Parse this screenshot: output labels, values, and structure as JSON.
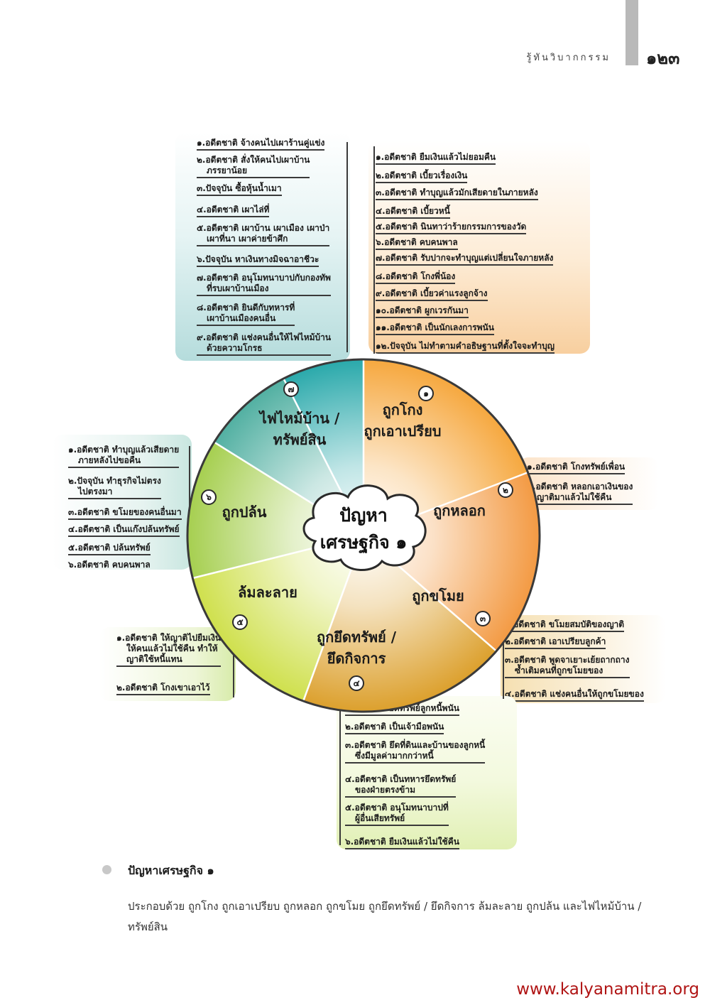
{
  "header": {
    "title": "รู้ทันวิบากกรรม",
    "page_number": "๑๒๓"
  },
  "center": {
    "line1": "ปัญหา",
    "line2": "เศรษฐกิจ ๑"
  },
  "segments": [
    {
      "num": "๑",
      "label1": "ถูกโกง",
      "label2": "ถูกเอาเปรียบ",
      "color": "#f6a83f"
    },
    {
      "num": "๒",
      "label1": "ถูกหลอก",
      "label2": "",
      "color": "#f39a43"
    },
    {
      "num": "๓",
      "label1": "ถูกขโมย",
      "label2": "",
      "color": "#dca02d"
    },
    {
      "num": "๔",
      "label1": "ถูกยึดทรัพย์ /",
      "label2": "ยึดกิจการ",
      "color": "#cfe04d"
    },
    {
      "num": "๕",
      "label1": "ล้มละลาย",
      "label2": "",
      "color": "#a6cf50"
    },
    {
      "num": "๖",
      "label1": "ถูกปล้น",
      "label2": "",
      "color": "#52b0a2"
    },
    {
      "num": "๗",
      "label1": "ไฟไหม้บ้าน /",
      "label2": "ทรัพย์สิน",
      "color": "#2aa9ab"
    }
  ],
  "lists": {
    "s1": [
      "๑.อดีตชาติ ยืมเงินแล้วไม่ยอมคืน",
      "๒.อดีตชาติ เบี้ยวเรื่องเงิน",
      "๓.อดีตชาติ ทำบุญแล้วมักเสียดายในภายหลัง",
      "๔.อดีตชาติ เบี้ยวหนี้",
      "๕.อดีตชาติ นินทาว่าร้ายกรรมการของวัด",
      "๖.อดีตชาติ คบคนพาล",
      "๗.อดีตชาติ รับปากจะทำบุญแต่เปลี่ยนใจภายหลัง",
      "๘.อดีตชาติ โกงพี่น้อง",
      "๙.อดีตชาติ เบี้ยวค่าแรงลูกจ้าง",
      "๑๐.อดีตชาติ ผูกเวรกันมา",
      "๑๑.อดีตชาติ เป็นนักเลงการพนัน",
      "๑๒.ปัจจุบัน ไม่ทำตามคำอธิษฐานที่ตั้งใจจะทำบุญ"
    ],
    "s2": [
      "๑.อดีตชาติ โกงทรัพย์เพื่อน",
      "๒.อดีตชาติ หลอกเอาเงินของ\nญาติมาแล้วไม่ใช้คืน"
    ],
    "s3": [
      "๑.อดีตชาติ ขโมยสมบัติของญาติ",
      "๒.อดีตชาติ เอาเปรียบลูกค้า",
      "๓.อดีตชาติ พูดจาเยาะเย้ยถากถาง\nซ้ำเติมคนที่ถูกขโมยของ",
      "๔.อดีตชาติ แช่งคนอื่นให้ถูกขโมยของ"
    ],
    "s4": [
      "๑.อดีตชาติ ยึดทรัพย์ลูกหนี้พนัน",
      "๒.อดีตชาติ เป็นเจ้ามือพนัน",
      "๓.อดีตชาติ ยึดที่ดินและบ้านของลูกหนี้\nซึ่งมีมูลค่ามากกว่าหนี้",
      "๔.อดีตชาติ เป็นทหารยึดทรัพย์\nของฝ่ายตรงข้าม",
      "๕.อดีตชาติ อนุโมทนาบาปที่\nผู้อื่นเสียทรัพย์",
      "๖.อดีตชาติ ยืมเงินแล้วไม่ใช้คืน"
    ],
    "s5": [
      "๑.อดีตชาติ ให้ญาติไปยืมเงิน\nให้คนแล้วไม่ใช้คืน ทำให้\nญาติใช้หนี้แทน",
      "๒.อดีตชาติ โกงเขาเอาไว้"
    ],
    "s6": [
      "๑.อดีตชาติ ทำบุญแล้วเสียดาย\nภายหลังไปขอคืน",
      "๒.ปัจจุบัน ทำธุรกิจไม่ตรง\nไปตรงมา",
      "๓.อดีตชาติ ขโมยของคนอื่นมา",
      "๔.อดีตชาติ เป็นแก๊งปล้นทรัพย์",
      "๕.อดีตชาติ ปล้นทรัพย์",
      "๖.อดีตชาติ คบคนพาล"
    ],
    "s7": [
      "๑.อดีตชาติ จ้างคนไปเผาร้านคู่แข่ง",
      "๒.อดีตชาติ สั่งให้คนไปเผาบ้าน\nภรรยาน้อย",
      "๓.ปัจจุบัน ซื้อหุ้นน้ำเมา",
      "๔.อดีตชาติ เผาไล่ที่",
      "๕.อดีตชาติ เผาบ้าน เผาเมือง เผาป่า\nเผาที่นา เผาค่ายข้าศึก",
      "๖.ปัจจุบัน หาเงินทางมิจฉาอาชีวะ",
      "๗.อดีตชาติ อนุโมทนาบาปกับกองทัพ\nที่รบเผาบ้านเมือง",
      "๘.อดีตชาติ ยินดีกับทหารที่\nเผาบ้านเมืองคนอื่น",
      "๙.อดีตชาติ แช่งคนอื่นให้ไฟไหม้บ้าน\nด้วยความโกรธ"
    ]
  },
  "caption": {
    "title": "ปัญหาเศรษฐกิจ ๑",
    "body": "ประกอบด้วย ถูกโกง ถูกเอาเปรียบ ถูกหลอก ถูกขโมย ถูกยึดทรัพย์ / ยึดกิจการ ล้มละลาย ถูกปล้น และไฟไหม้บ้าน / ทรัพย์สิน"
  },
  "footer": {
    "url": "www.kalyanamitra.org"
  }
}
